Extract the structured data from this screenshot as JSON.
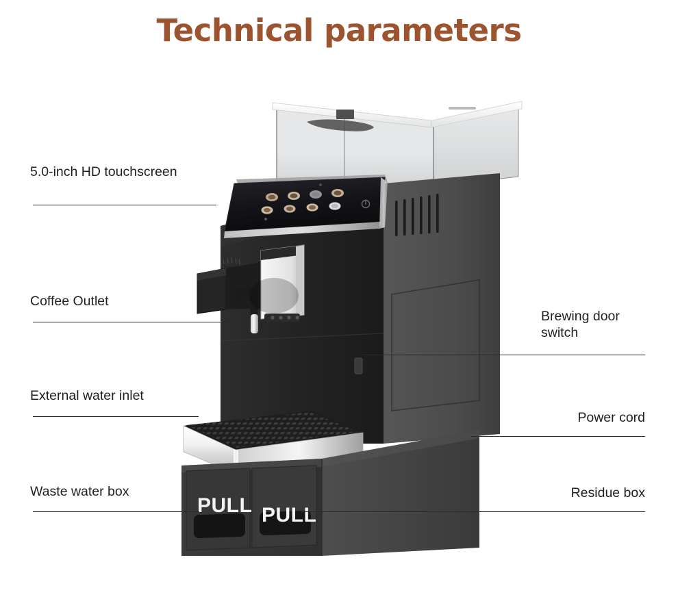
{
  "header": {
    "title": "Technical parameters",
    "title_color": "#9c5430"
  },
  "product": {
    "name": "automatic-coffee-machine",
    "body_color": "#2b2b2b",
    "panel_color": "#1a1a1a",
    "accent_chrome": "#e9e9e9",
    "drawer_labels": [
      "PULL",
      "PULL"
    ]
  },
  "callouts": {
    "left": [
      {
        "id": "touchscreen",
        "label": "5.0-inch HD touchscreen"
      },
      {
        "id": "coffee-outlet",
        "label": "Coffee Outlet"
      },
      {
        "id": "water-inlet",
        "label": "External water inlet"
      },
      {
        "id": "waste-water",
        "label": "Waste water box"
      }
    ],
    "right": [
      {
        "id": "brewing-door",
        "label": "Brewing door\nswitch"
      },
      {
        "id": "power-cord",
        "label": "Power cord"
      },
      {
        "id": "residue-box",
        "label": "Residue box"
      }
    ]
  },
  "line_color": "#2a2a2a",
  "background": "#ffffff"
}
